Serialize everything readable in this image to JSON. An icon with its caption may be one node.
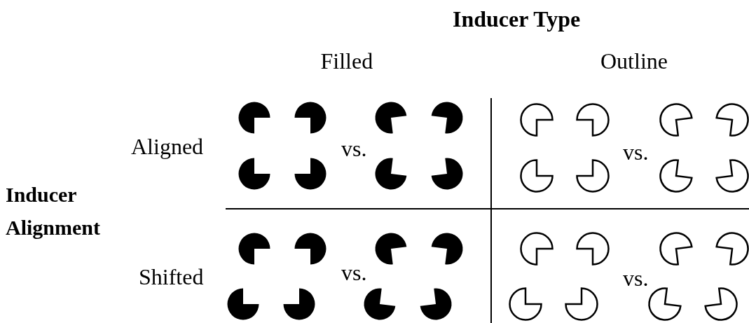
{
  "diagram": {
    "labels": [
      "Inducer Type",
      "Filled",
      "Outline",
      "Aligned",
      "vs.",
      "vs.",
      "Inducer Alignment",
      "Shifted",
      "vs.",
      "vs."
    ]
  }
}
